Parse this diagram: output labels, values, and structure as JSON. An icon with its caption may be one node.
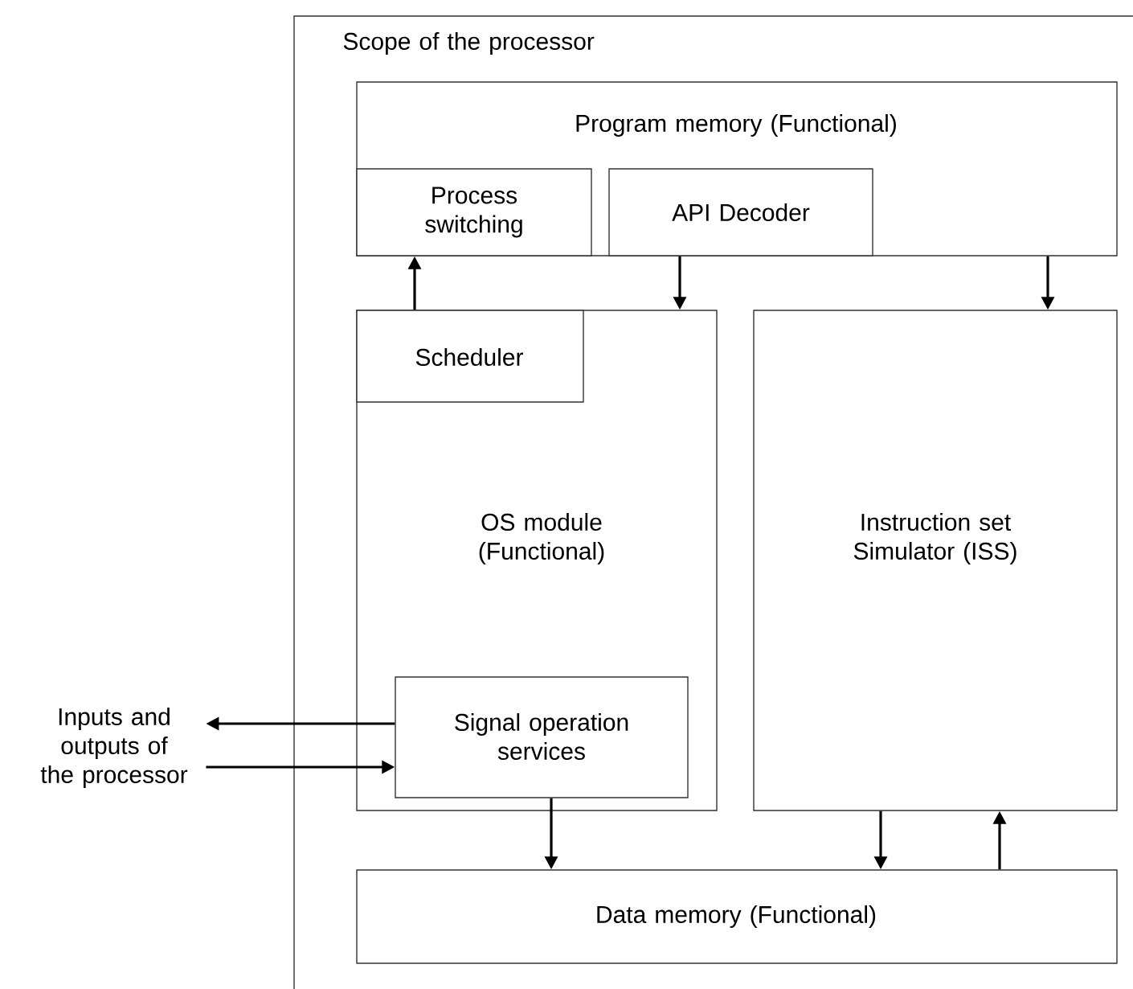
{
  "diagram": {
    "nodes": [
      {
        "text": [
          "Scope of the processor"
        ]
      },
      {
        "text": [
          "Program memory (Functional)"
        ],
        "in": 0
      },
      {
        "text": [
          "Process switching"
        ],
        "in": 1
      },
      {
        "text": [
          "API Decoder"
        ],
        "in": 1
      },
      {
        "text": [
          "OS module (Functional)"
        ],
        "in": 0
      },
      {
        "text": [
          "Scheduler"
        ],
        "in": 4
      },
      {
        "text": [
          "Signal operation services"
        ],
        "in": 4
      },
      {
        "text": [
          "Instruction set Simulator (ISS)"
        ],
        "in": 0
      },
      {
        "text": [
          "Data memory (Functional)"
        ],
        "in": 0
      },
      {
        "text": [
          "Inputs and outputs of the processor"
        ]
      }
    ],
    "edges": [
      {
        "from": 5,
        "to": 2,
        "arrow": "to"
      },
      {
        "from": 3,
        "to": 4,
        "arrow": "to"
      },
      {
        "from": 1,
        "to": 7,
        "arrow": "to"
      },
      {
        "from": 6,
        "to": 8,
        "arrow": "to"
      },
      {
        "from": 7,
        "to": 8,
        "arrow": "to"
      },
      {
        "from": 8,
        "to": 7,
        "arrow": "to"
      },
      {
        "from": 6,
        "to": 9,
        "arrow": "to"
      },
      {
        "from": 9,
        "to": 6,
        "arrow": "to"
      }
    ]
  }
}
